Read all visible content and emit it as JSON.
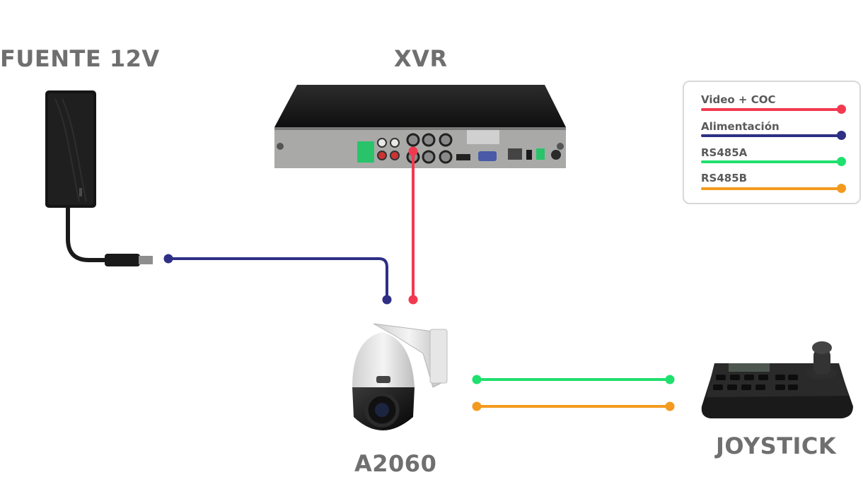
{
  "labels": {
    "power": "FUENTE 12V",
    "xvr": "XVR",
    "camera": "A2060",
    "joystick": "JOYSTICK"
  },
  "legend": [
    {
      "label": "Video + COC",
      "color": "#f2394f"
    },
    {
      "label": "Alimentación",
      "color": "#2e2f85"
    },
    {
      "label": "RS485A",
      "color": "#1fe06e"
    },
    {
      "label": "RS485B",
      "color": "#f39a1f"
    }
  ],
  "colors": {
    "video": "#f2394f",
    "power": "#2e2f85",
    "rs485a": "#1fe06e",
    "rs485b": "#f39a1f",
    "label_text": "#6f6f6f"
  },
  "icons": [
    "power-adapter-icon",
    "xvr-recorder-icon",
    "ptz-camera-icon",
    "joystick-keyboard-icon"
  ]
}
